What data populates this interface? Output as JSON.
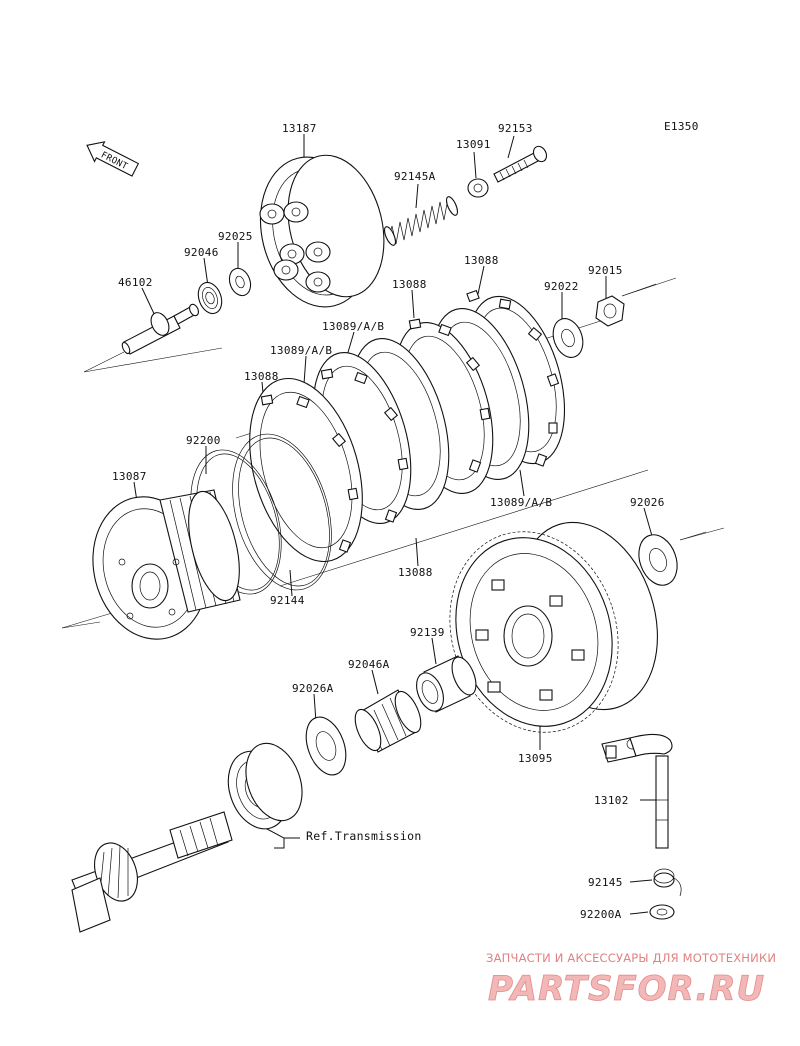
{
  "diagram_code": "E1350",
  "front_label": "FRONT",
  "parts": {
    "p13187": "13187",
    "p92153": "92153",
    "p13091": "13091",
    "p92145A": "92145A",
    "p92025": "92025",
    "p92046": "92046",
    "p46102": "46102",
    "p13088_a": "13088",
    "p13088_b": "13088",
    "p92022": "92022",
    "p92015": "92015",
    "p13089_a": "13089/A/B",
    "p13089_b": "13089/A/B",
    "p13088_c": "13088",
    "p92200": "92200",
    "p13087": "13087",
    "p13089_c": "13089/A/B",
    "p92026": "92026",
    "p13088_d": "13088",
    "p92144": "92144",
    "p92139": "92139",
    "p92046A": "92046A",
    "p92026A": "92026A",
    "p13095": "13095",
    "p13102": "13102",
    "p92145": "92145",
    "p92200A": "92200A"
  },
  "ref_transmission": "Ref.Transmission",
  "watermark": {
    "caption": "ЗАПЧАСТИ И АКСЕССУАРЫ ДЛЯ МОТОТЕХНИКИ",
    "logo": "PARTSFOR.RU"
  }
}
